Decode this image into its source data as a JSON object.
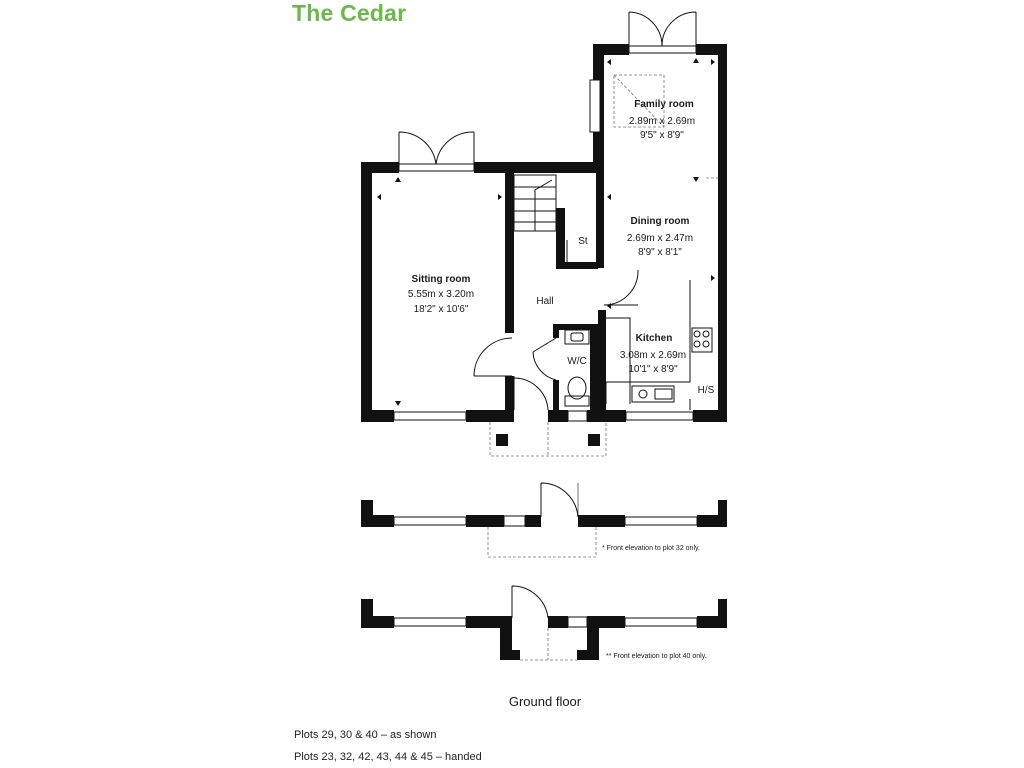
{
  "header": {
    "title": "The Cedar"
  },
  "rooms": {
    "family": {
      "name": "Family room",
      "metric": "2.89m x 2.69m",
      "imperial": "9'5\" x 8'9\""
    },
    "dining": {
      "name": "Dining room",
      "metric": "2.69m x 2.47m",
      "imperial": "8'9\" x 8'1\""
    },
    "sitting": {
      "name": "Sitting room",
      "metric": "5.55m x 3.20m",
      "imperial": "18'2\" x 10'6\""
    },
    "kitchen": {
      "name": "Kitchen",
      "metric": "3.08m x 2.69m",
      "imperial": "10'1\" x 8'9\""
    },
    "hall": {
      "name": "Hall"
    },
    "store": {
      "name": "St"
    },
    "wc": {
      "name": "W/C"
    },
    "hs": {
      "name": "H/S"
    }
  },
  "notes": {
    "elevation_32": "* Front elevation to plot 32 only.",
    "elevation_40": "** Front elevation to plot 40 only."
  },
  "footer": {
    "caption": "Ground floor",
    "plots_shown": "Plots 29, 30 & 40 – as shown",
    "plots_handed": "Plots 23, 32, 42, 43, 44 & 45 – handed"
  }
}
